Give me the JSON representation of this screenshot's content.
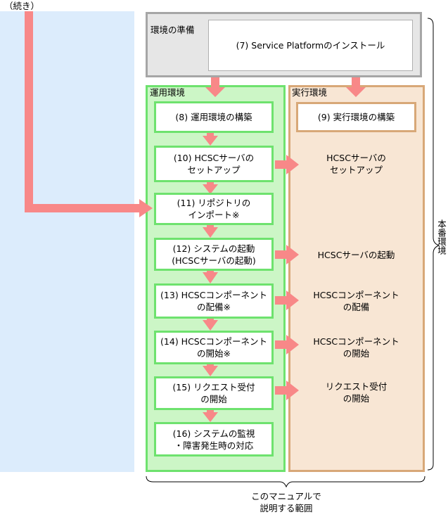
{
  "continued_label": "（続き）",
  "platform": {
    "label": "環境の準備",
    "install_step": "(7) Service Platformのインストール"
  },
  "operation": {
    "label": "運用環境",
    "steps": [
      "(8) 運用環境の構築",
      "(10) HCSCサーバの\nセットアップ",
      "(11) リポジトリの\nインポート※",
      "(12) システムの起動\n(HCSCサーバの起動)",
      "(13) HCSCコンポーネント\nの配備※",
      "(14) HCSCコンポーネント\nの開始※",
      "(15) リクエスト受付\nの開始",
      "(16) システムの監視\n・障害発生時の対応"
    ]
  },
  "runtime": {
    "label": "実行環境",
    "build_step": "(9) 実行環境の構築",
    "items": [
      "HCSCサーバの\nセットアップ",
      "HCSCサーバの起動",
      "HCSCコンポーネント\nの配備",
      "HCSCコンポーネント\nの開始",
      "リクエスト受付\nの開始"
    ]
  },
  "production_label": "本番環境",
  "scope_label": "このマニュアルで\n説明する範囲",
  "colors": {
    "left_panel": "#dcecfc",
    "platform_fill": "#e6e6e6",
    "platform_border": "#a6a6a6",
    "operation_fill": "#ccf6c6",
    "operation_border": "#6ee26e",
    "runtime_fill": "#f8e6d4",
    "runtime_border": "#d8a878",
    "arrow": "#f88888"
  }
}
